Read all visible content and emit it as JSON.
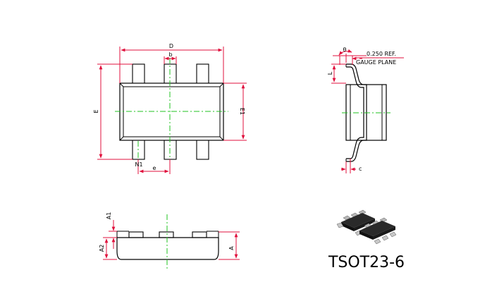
{
  "top_view": {
    "dim_D": "D",
    "dim_b": "b",
    "dim_E": "E",
    "dim_E1": "E1",
    "dim_N1": "N1",
    "dim_e": "e"
  },
  "side_view": {
    "dim_theta": "θ",
    "ref_line1": "0.250 REF.",
    "ref_line2": "GAUGE PLANE",
    "dim_L": "L",
    "dim_c": "c"
  },
  "front_view": {
    "dim_A1": "A1",
    "dim_A2": "A2",
    "dim_A": "A"
  },
  "package_name": "TSOT23-6",
  "colors": {
    "dimension": "#e0103c",
    "centerline": "#22c322",
    "outline": "#000000"
  }
}
